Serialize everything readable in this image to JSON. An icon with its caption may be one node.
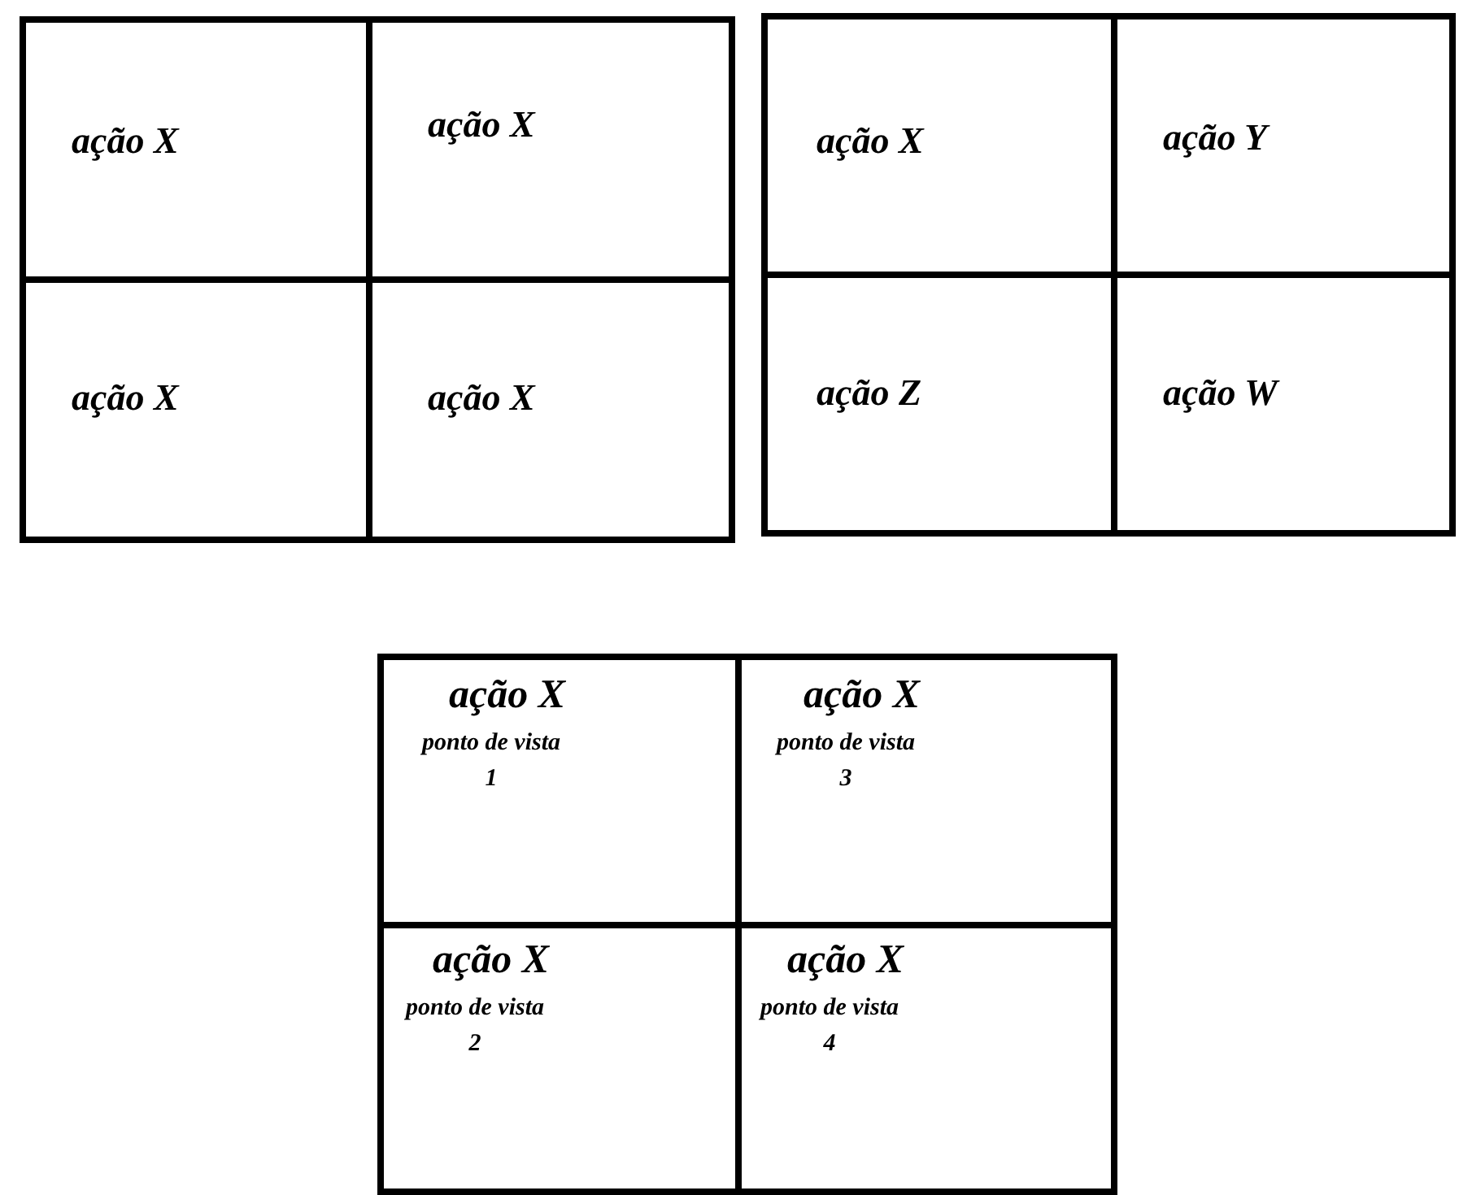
{
  "diagram": {
    "nodes": [
      {
        "text": [],
        "shape": "box"
      },
      {
        "text": [
          "ação X"
        ],
        "in": 0
      },
      {
        "text": [
          "ação X"
        ],
        "in": 0
      },
      {
        "text": [
          "ação X"
        ],
        "in": 0
      },
      {
        "text": [
          "ação X"
        ],
        "in": 0
      },
      {
        "text": [],
        "shape": "box"
      },
      {
        "text": [
          "ação X"
        ],
        "in": 5
      },
      {
        "text": [
          "ação Y"
        ],
        "in": 5
      },
      {
        "text": [
          "ação Z"
        ],
        "in": 5
      },
      {
        "text": [
          "ação W"
        ],
        "in": 5
      },
      {
        "text": [],
        "shape": "box"
      },
      {
        "text": [
          "ação X",
          "ponto de vista 1"
        ],
        "in": 10
      },
      {
        "text": [
          "ação X",
          "ponto de vista 3"
        ],
        "in": 10
      },
      {
        "text": [
          "ação X",
          "ponto de vista 2"
        ],
        "in": 10
      },
      {
        "text": [
          "ação X",
          "ponto de vista 4"
        ],
        "in": 10
      }
    ],
    "edges": []
  }
}
